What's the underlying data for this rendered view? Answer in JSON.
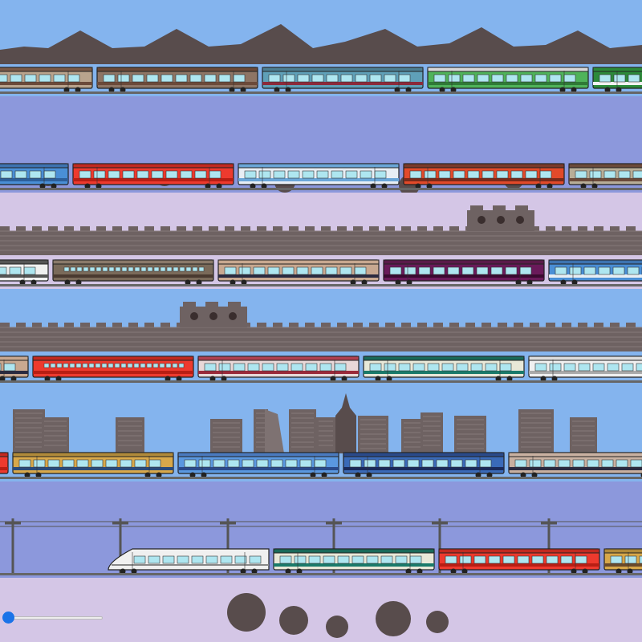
{
  "colors": {
    "sky_blue": "#84b4ee",
    "sky_violet": "#8c98dc",
    "sky_lavender": "#d4c6e6",
    "rail": "#666666",
    "scenery": "#584c4c",
    "brick": "#6e6262",
    "slider_accent": "#1a73e8"
  },
  "speed_slider": {
    "value_fraction": 0.0
  },
  "rows": [
    {
      "sky": "sky_blue",
      "scenery": "mountains",
      "cars": [
        {
          "style": "coach",
          "body": "#b9a48d",
          "stripe": "#6b4a3a",
          "roof": "#7a5a48"
        },
        {
          "style": "coach",
          "body": "#8e7565",
          "stripe": "#6b4a3a",
          "roof": "#6b4a3a"
        },
        {
          "style": "coach",
          "body": "#5fa0b8",
          "stripe": "#8b2a3a",
          "roof": "#4d7f93"
        },
        {
          "style": "coach",
          "body": "#4fb35a",
          "stripe": "#2f7a37",
          "roof": "#d8d8d8"
        },
        {
          "style": "coach",
          "body": "#2c8a3a",
          "stripe": "#f2f2f2",
          "roof": "#2c8a3a"
        }
      ]
    },
    {
      "sky": "sky_violet",
      "scenery": "trees",
      "cars": [
        {
          "style": "coach",
          "body": "#4a8fd6",
          "stripe": "#2d5f9a",
          "roof": "#3d73b0"
        },
        {
          "style": "coach",
          "body": "#ee3a2e",
          "stripe": "#b81e14",
          "roof": "#c22a20"
        },
        {
          "style": "coach",
          "body": "#e8eef4",
          "stripe": "#6aa6d8",
          "roof": "#6aa6d8"
        },
        {
          "style": "coach",
          "body": "#e24a2a",
          "stripe": "#7a2a1a",
          "roof": "#7a3a2a"
        },
        {
          "style": "coach",
          "body": "#b8ae98",
          "stripe": "#6b4a3a",
          "roof": "#6b4a3a"
        }
      ]
    },
    {
      "sky": "sky_lavender",
      "scenery": "wall",
      "cars": [
        {
          "style": "coach",
          "body": "#f0f0f0",
          "stripe": "#555555",
          "roof": "#555555"
        },
        {
          "style": "sleeper",
          "body": "#7a6a5a",
          "stripe": "#4a3a30",
          "roof": "#8a7a6a"
        },
        {
          "style": "coach",
          "body": "#c8a890",
          "stripe": "#2a2a40",
          "roof": "#c8a890"
        },
        {
          "style": "coach",
          "body": "#6a1a5a",
          "stripe": "#3a0a30",
          "roof": "#5a1a4a"
        },
        {
          "style": "coach",
          "body": "#4a8fd6",
          "stripe": "#e8eef4",
          "roof": "#3d73b0"
        }
      ]
    },
    {
      "sky": "sky_blue",
      "scenery": "wall",
      "cars": [
        {
          "style": "coach",
          "body": "#c8a890",
          "stripe": "#2a2a40",
          "roof": "#c8a890"
        },
        {
          "style": "sleeper",
          "body": "#ee3a2e",
          "stripe": "#b81e14",
          "roof": "#c22a20"
        },
        {
          "style": "coach",
          "body": "#e8d8d8",
          "stripe": "#9a2a3a",
          "roof": "#b04050"
        },
        {
          "style": "coach",
          "body": "#e8e8d8",
          "stripe": "#1a7a6a",
          "roof": "#1a6a5a"
        },
        {
          "style": "coach",
          "body": "#f0f0f0",
          "stripe": "#aaaaaa",
          "roof": "#dddddd"
        }
      ]
    },
    {
      "sky": "sky_blue",
      "scenery": "city",
      "cars": [
        {
          "style": "coach",
          "body": "#ee3a2e",
          "stripe": "#b81e14",
          "roof": "#c22a20"
        },
        {
          "style": "coach",
          "body": "#d8a84a",
          "stripe": "#2a4a7a",
          "roof": "#b08a3a"
        },
        {
          "style": "coach",
          "body": "#5a98e0",
          "stripe": "#2a4a8a",
          "roof": "#4a7abe"
        },
        {
          "style": "coach",
          "body": "#3a6ab8",
          "stripe": "#1a2a5a",
          "roof": "#2a4a8a"
        },
        {
          "style": "coach",
          "body": "#c8b0a0",
          "stripe": "#2a2a40",
          "roof": "#c8b0a0"
        }
      ]
    },
    {
      "sky": "sky_violet",
      "scenery": "catenary",
      "cars": [
        {
          "style": "bullet",
          "body": "#f0f0f0",
          "stripe": "#888888",
          "roof": "#dddddd"
        },
        {
          "style": "coach",
          "body": "#e8e8d8",
          "stripe": "#1a7a6a",
          "roof": "#1a6a5a"
        },
        {
          "style": "coach",
          "body": "#ee3a2e",
          "stripe": "#b81e14",
          "roof": "#c22a20"
        },
        {
          "style": "coach",
          "body": "#d8a84a",
          "stripe": "#6a4a2a",
          "roof": "#b08a3a"
        }
      ]
    },
    {
      "sky": "sky_lavender",
      "scenery": "trees_low",
      "cars": []
    }
  ]
}
